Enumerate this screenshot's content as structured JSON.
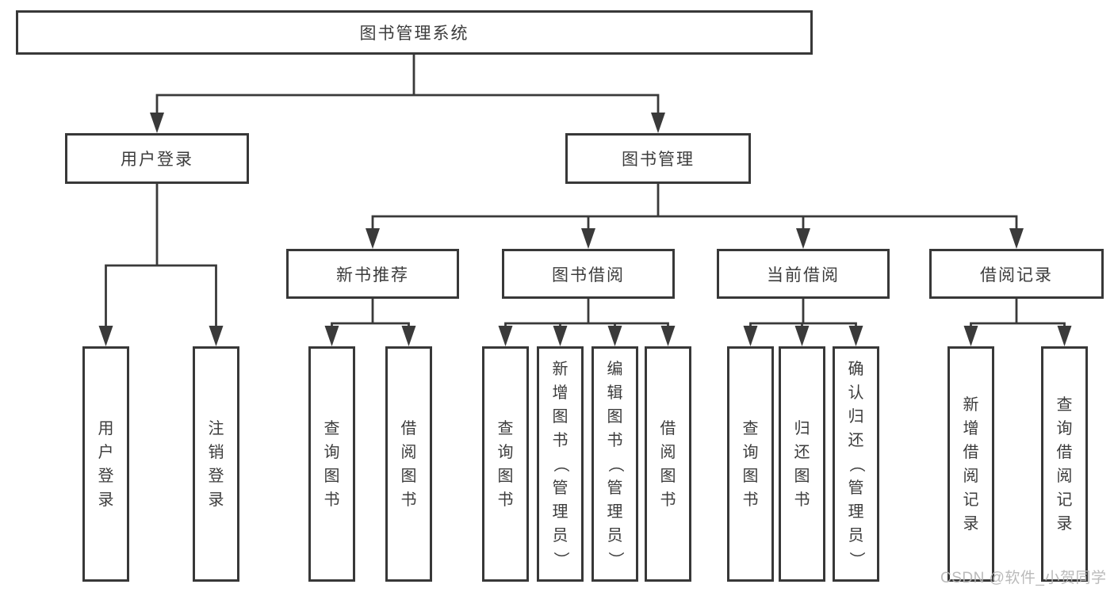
{
  "diagram": {
    "root": {
      "label": "图书管理系统"
    },
    "level2": {
      "user_login": {
        "label": "用户登录"
      },
      "book_management": {
        "label": "图书管理"
      }
    },
    "level3": {
      "new_book_recommend": {
        "label": "新书推荐"
      },
      "book_borrow": {
        "label": "图书借阅"
      },
      "current_borrow": {
        "label": "当前借阅"
      },
      "borrow_records": {
        "label": "借阅记录"
      }
    },
    "leaves": {
      "user_login_children": [
        {
          "label": "用户登录"
        },
        {
          "label": "注销登录"
        }
      ],
      "new_book_recommend_children": [
        {
          "label": "查询图书"
        },
        {
          "label": "借阅图书"
        }
      ],
      "book_borrow_children": [
        {
          "label": "查询图书"
        },
        {
          "label": "新增图书（管理员）"
        },
        {
          "label": "编辑图书（管理员）"
        },
        {
          "label": "借阅图书"
        }
      ],
      "current_borrow_children": [
        {
          "label": "查询图书"
        },
        {
          "label": "归还图书"
        },
        {
          "label": "确认归还（管理员）"
        }
      ],
      "borrow_records_children": [
        {
          "label": "新增借阅记录"
        },
        {
          "label": "查询借阅记录"
        }
      ]
    }
  },
  "watermark": {
    "text": "CSDN @软件_小贺同学"
  },
  "colors": {
    "line": "#3a3a3a",
    "border": "#383838",
    "text": "#3c3c3c",
    "background": "#ffffff",
    "watermark": "#b5b5b5"
  }
}
